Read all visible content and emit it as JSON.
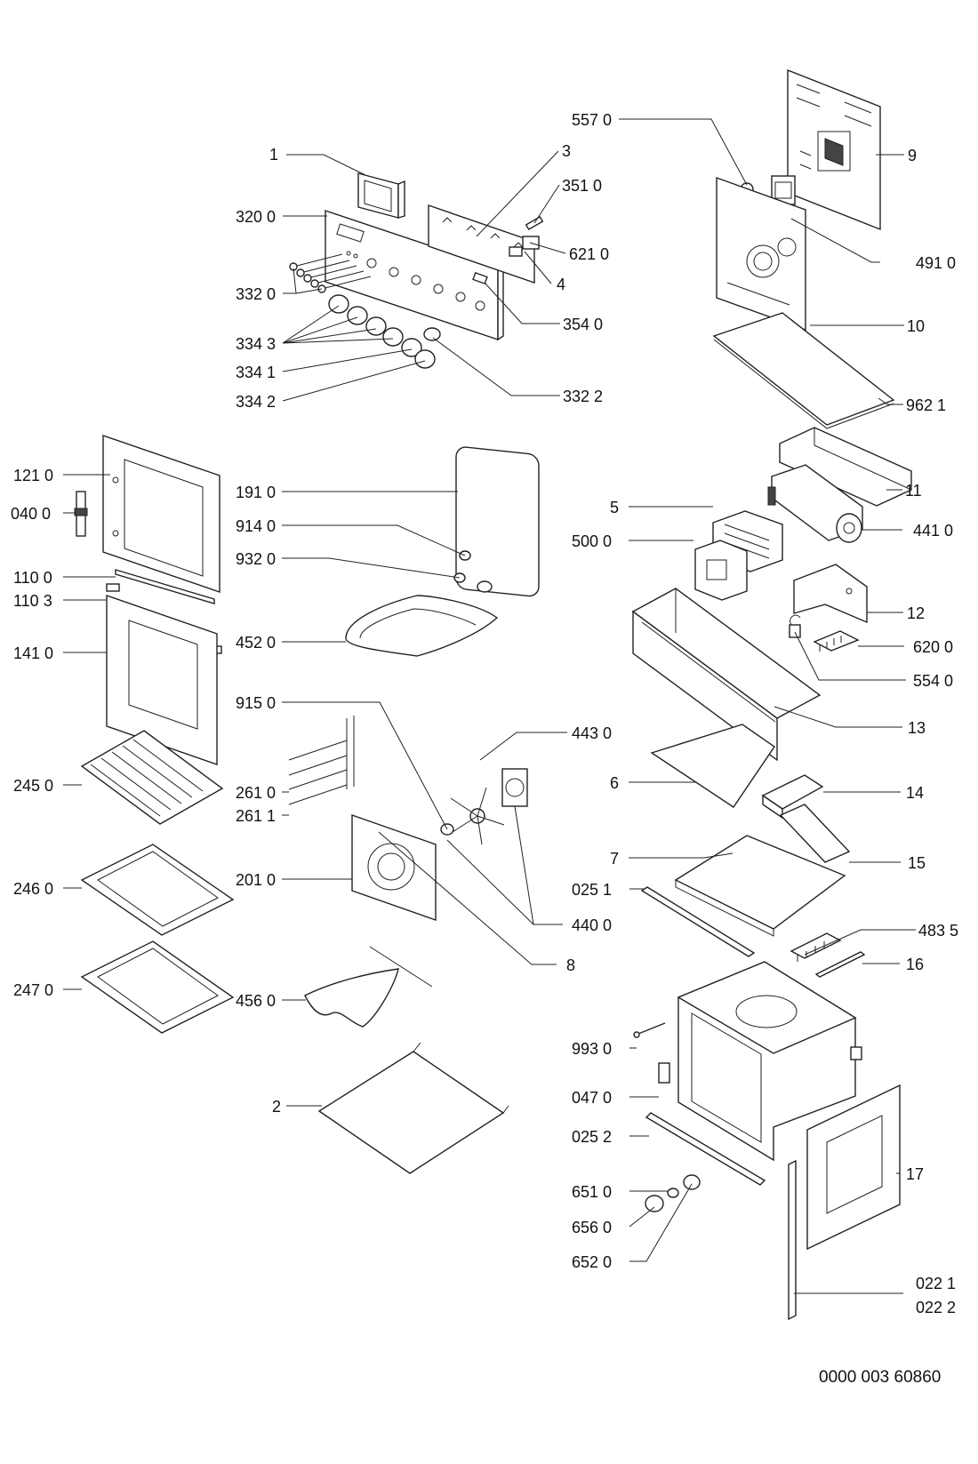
{
  "labels": {
    "l_1": "1",
    "l_3": "3",
    "l_3510": "351 0",
    "l_3200": "320 0",
    "l_6210": "621 0",
    "l_4": "4",
    "l_3320": "332 0",
    "l_3540": "354 0",
    "l_3343": "334 3",
    "l_3341": "334 1",
    "l_3342": "334 2",
    "l_3322": "332 2",
    "l_5570": "557 0",
    "l_9": "9",
    "l_4910": "491 0",
    "l_10": "10",
    "l_9621": "962 1",
    "l_1210": "121 0",
    "l_0400": "040 0",
    "l_1910": "191 0",
    "l_9140": "914 0",
    "l_9320": "932 0",
    "l_1100": "110 0",
    "l_1103": "110 3",
    "l_1410": "141 0",
    "l_4520": "452 0",
    "l_9150": "915 0",
    "l_11": "11",
    "l_5": "5",
    "l_4410": "441 0",
    "l_5000": "500 0",
    "l_12": "12",
    "l_6200": "620 0",
    "l_5540": "554 0",
    "l_13": "13",
    "l_4430": "443 0",
    "l_2450": "245 0",
    "l_2610": "261 0",
    "l_2611": "261 1",
    "l_6": "6",
    "l_14": "14",
    "l_2010": "201 0",
    "l_2460": "246 0",
    "l_4400": "440 0",
    "l_7": "7",
    "l_15": "15",
    "l_0251": "025 1",
    "l_8": "8",
    "l_4835": "483 5",
    "l_16": "16",
    "l_2470": "247 0",
    "l_4560": "456 0",
    "l_9930": "993 0",
    "l_0470": "047 0",
    "l_2": "2",
    "l_0252": "025 2",
    "l_17": "17",
    "l_6510": "651 0",
    "l_6560": "656 0",
    "l_6520": "652 0",
    "l_0221": "022 1",
    "l_0222": "022 2"
  },
  "document_number": "0000 003 60860"
}
